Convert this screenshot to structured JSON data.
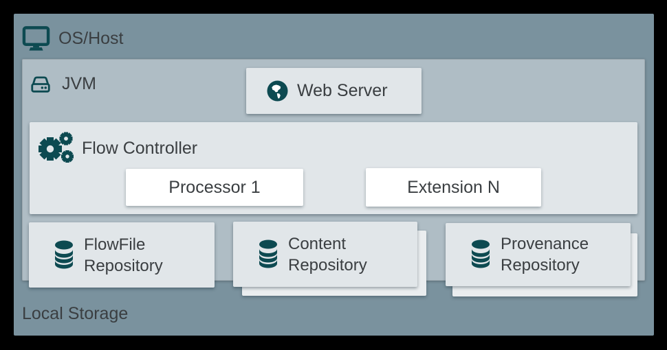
{
  "colors": {
    "frame_bg": "#000000",
    "os_bg": "#7A929E",
    "jvm_bg": "#AFBDC5",
    "panel_bg": "#E1E6E9",
    "panel_stack_bg": "#EAEDEF",
    "white_box_bg": "#FFFFFF",
    "icon_teal": "#0D4A51",
    "text": "#3A3E41"
  },
  "os_host": {
    "label": "OS/Host",
    "icon": "monitor-icon"
  },
  "jvm": {
    "label": "JVM",
    "icon": "hard-drive-icon"
  },
  "web_server": {
    "label": "Web Server",
    "icon": "globe-icon"
  },
  "flow_controller": {
    "label": "Flow Controller",
    "icon": "gears-icon"
  },
  "processor": {
    "label": "Processor 1"
  },
  "extension": {
    "label": "Extension N"
  },
  "repositories": [
    {
      "line1": "FlowFile",
      "line2": "Repository",
      "icon": "database-icon",
      "stacked": false
    },
    {
      "line1": "Content",
      "line2": "Repository",
      "icon": "database-icon",
      "stacked": true
    },
    {
      "line1": "Provenance",
      "line2": "Repository",
      "icon": "database-icon",
      "stacked": true
    }
  ],
  "local_storage": {
    "label": "Local Storage"
  }
}
